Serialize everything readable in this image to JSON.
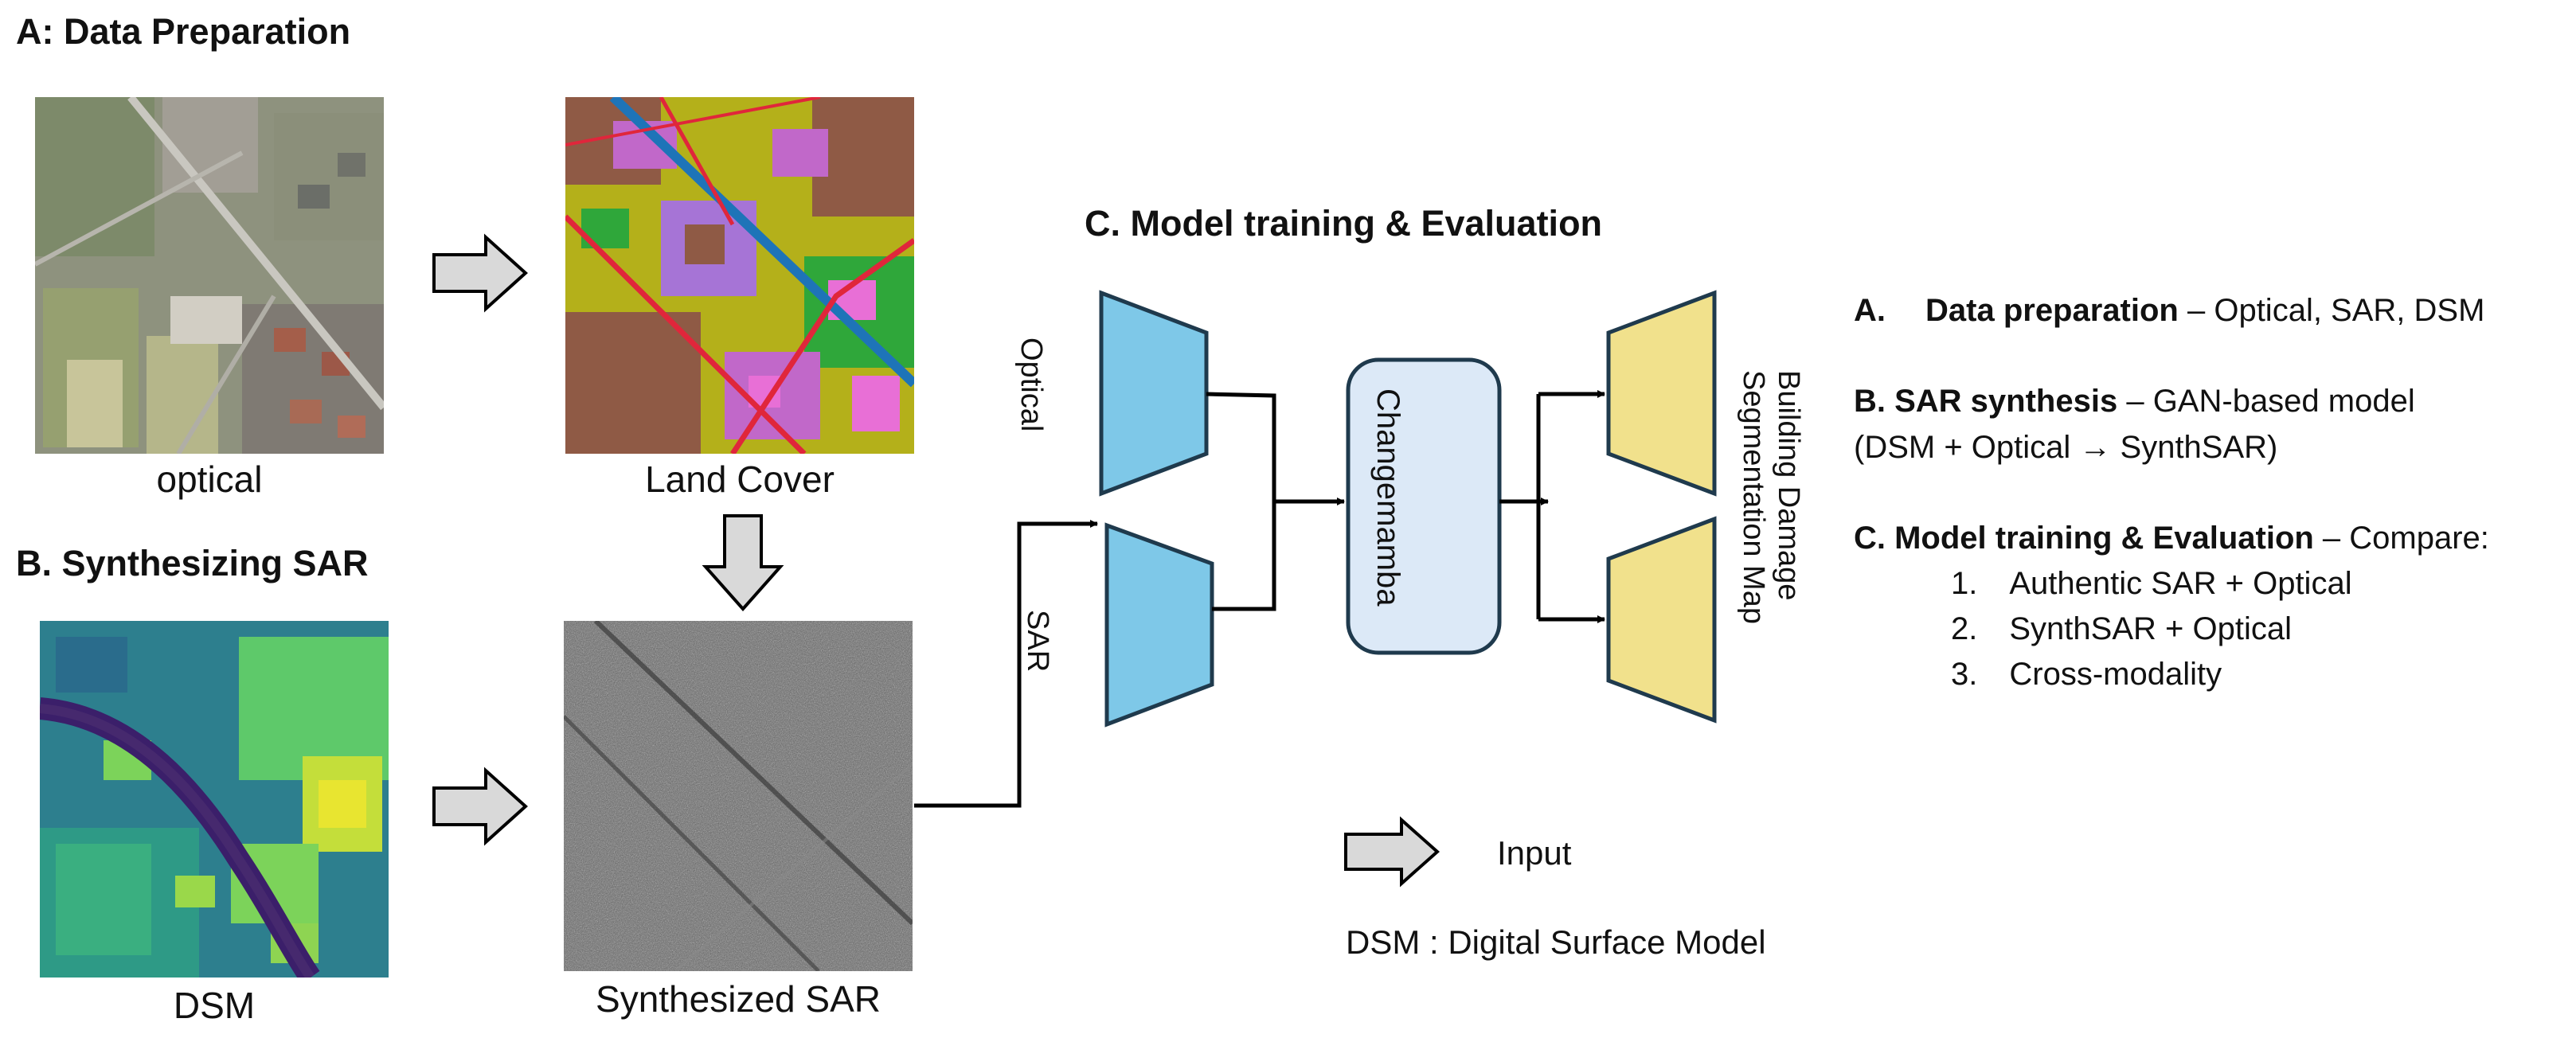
{
  "sections": {
    "a_title": "A: Data Preparation",
    "b_title": "B. Synthesizing SAR",
    "c_title": "C. Model training & Evaluation"
  },
  "images": {
    "optical": "optical",
    "land_cover": "Land Cover",
    "dsm": "DSM",
    "synth_sar": "Synthesized SAR"
  },
  "model": {
    "optical_label": "Optical",
    "sar_label": "SAR",
    "core_label": "Changemamba",
    "output_line1": "Building Damage",
    "output_line2": "Segmentation Map"
  },
  "legend": {
    "input_label": "Input",
    "dsm_note": "DSM : Digital Surface Model"
  },
  "summary": {
    "a_prefix": "A.",
    "a_bold": "Data preparation",
    "a_rest": " – Optical, SAR, DSM",
    "b_bold": "B. SAR synthesis",
    "b_rest": " – GAN-based model",
    "b_line2": "(DSM + Optical → SynthSAR)",
    "c_bold": "C. Model training & Evaluation",
    "c_rest": " – Compare:",
    "items": [
      {
        "num": "1.",
        "text": "Authentic SAR + Optical"
      },
      {
        "num": "2.",
        "text": "SynthSAR + Optical"
      },
      {
        "num": "3.",
        "text": "Cross-modality"
      }
    ]
  },
  "colors": {
    "encoder": "#7ec8e8",
    "decoder": "#f1e18c",
    "core_fill": "#dce9f7",
    "arrow_fill": "#d9d9d9",
    "stroke": "#1f3a4d"
  }
}
